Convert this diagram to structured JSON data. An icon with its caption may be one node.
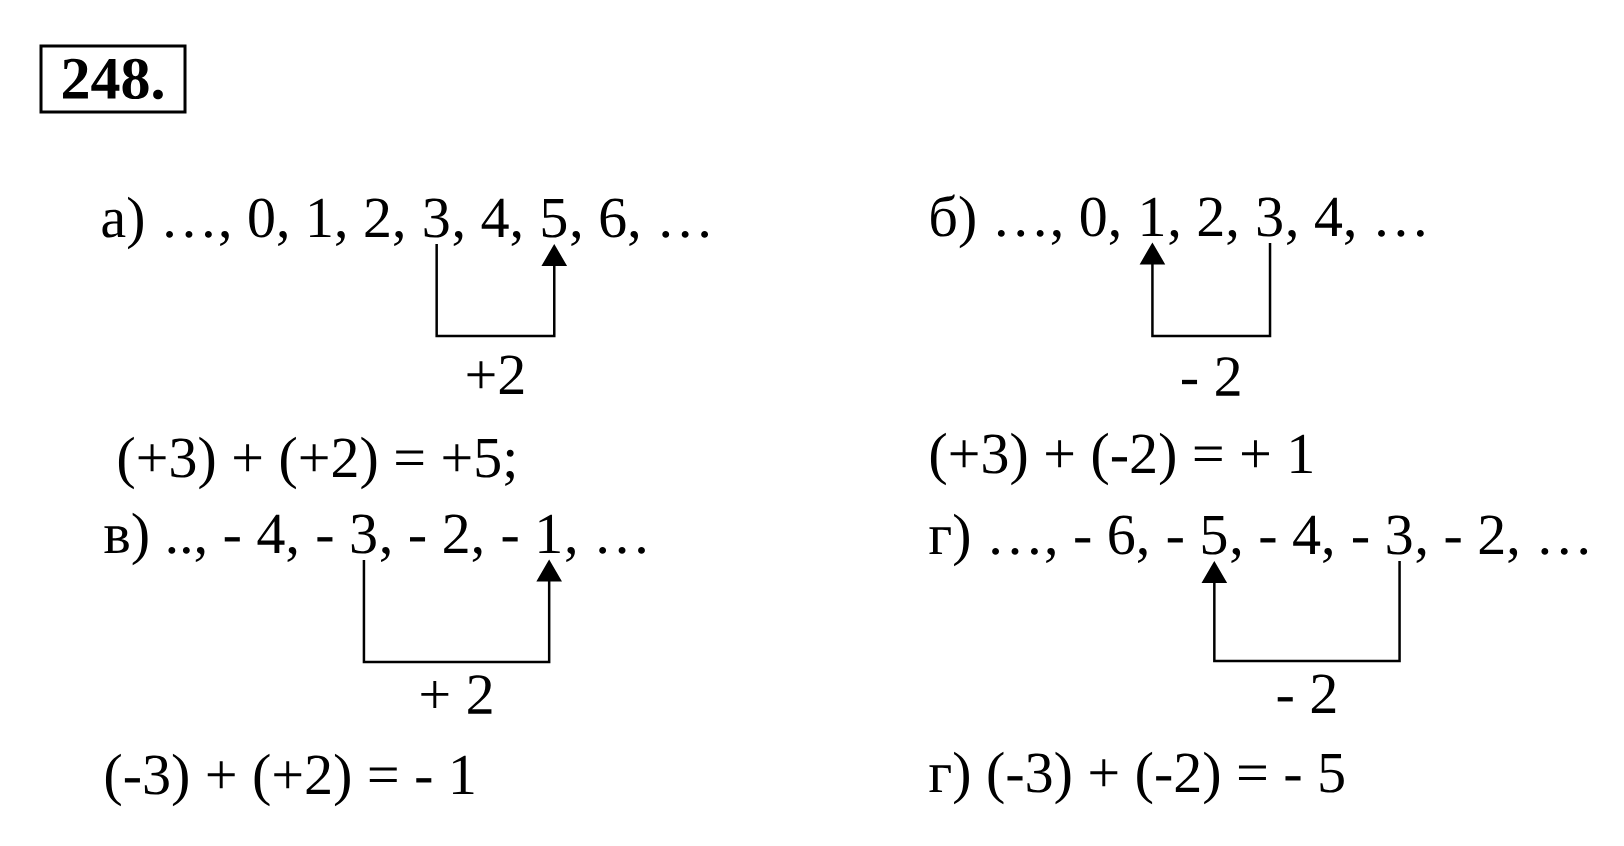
{
  "diagram": {
    "nodes": [
      {
        "text": [
          "248."
        ]
      },
      {
        "text": [
          "3"
        ]
      },
      {
        "text": [
          "5"
        ]
      },
      {
        "text": [
          "1"
        ]
      },
      {
        "text": [
          "3"
        ]
      },
      {
        "text": [
          "- 3"
        ]
      },
      {
        "text": [
          "- 1"
        ]
      },
      {
        "text": [
          "- 5"
        ]
      },
      {
        "text": [
          "- 3"
        ]
      }
    ],
    "edges": [
      {
        "from": 1,
        "to": 2,
        "arrow": "to",
        "label": "+2"
      },
      {
        "from": 4,
        "to": 3,
        "arrow": "to",
        "label": "- 2"
      },
      {
        "from": 5,
        "to": 6,
        "arrow": "to",
        "label": "+ 2"
      },
      {
        "from": 8,
        "to": 7,
        "arrow": "to",
        "label": "- 2"
      }
    ],
    "labels": [
      "а) …, 0, 1, 2,",
      ", 4,",
      ", 6, …",
      "б) …, 0,",
      ", 2,",
      ", 4, …",
      "(+3) + (+2) = +5;",
      "(+3) + (-2) = + 1",
      "в) .., - 4,",
      ", - 2,",
      ", …",
      "г) …, - 6,",
      ", - 4,",
      ", - 2, …",
      "(-3) + (+2) = - 1",
      "г) (-3) + (-2) = - 5"
    ]
  }
}
